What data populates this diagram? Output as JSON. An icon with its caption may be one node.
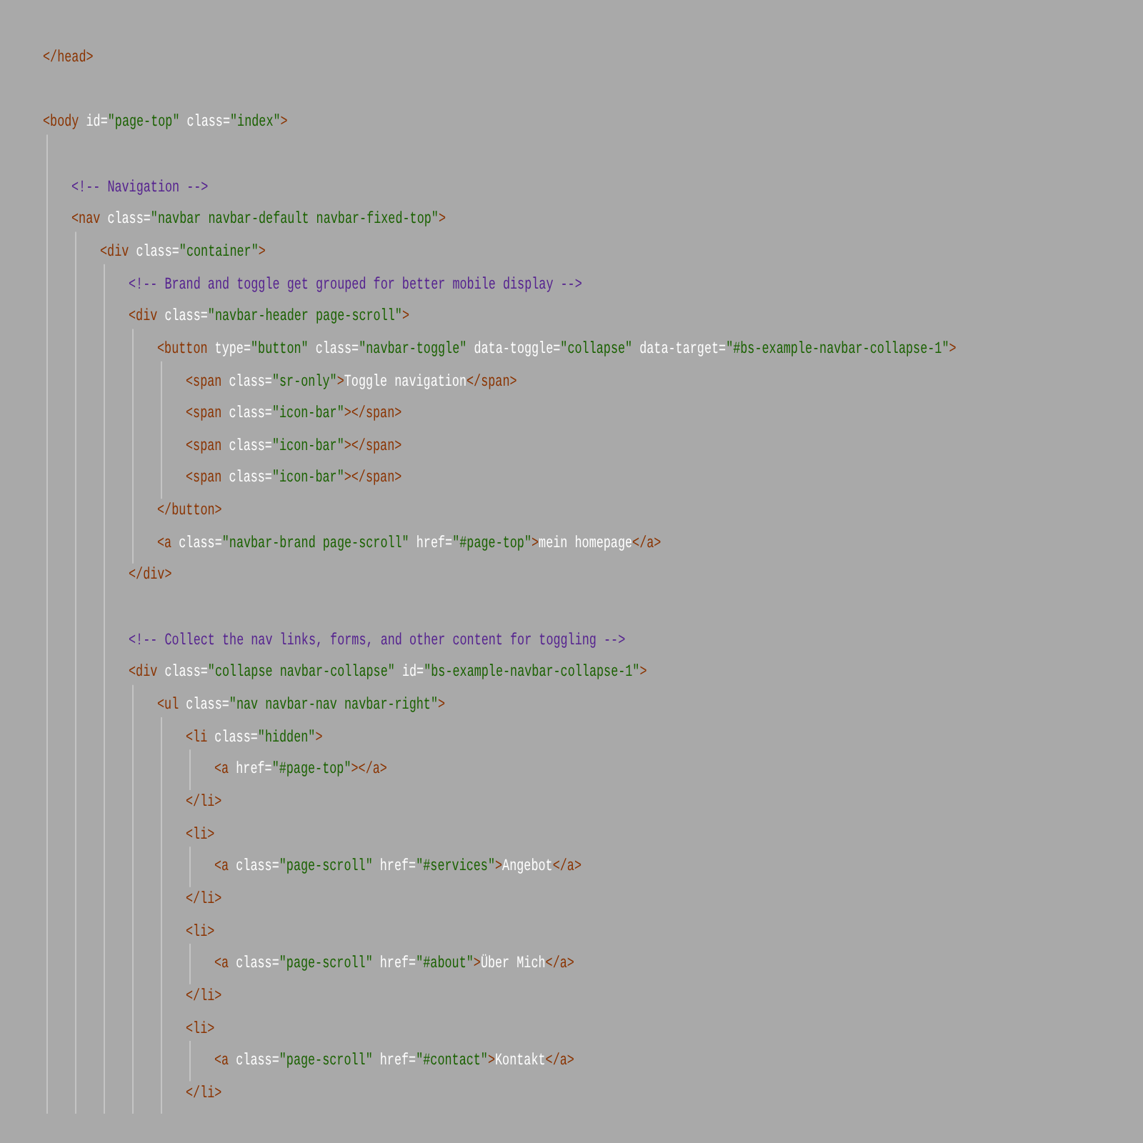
{
  "diagram": {
    "labels": [
      "</head>",
      "<body id=\"page-top\" class=\"index\">",
      "<!-- Navigation -->",
      "<nav class=\"navbar navbar-default navbar-fixed-top\">",
      "<div class=\"container\">",
      "<!-- Brand and toggle get grouped for better mobile display -->",
      "<div class=\"navbar-header page-scroll\">",
      "<button type=\"button\" class=\"navbar-toggle\" data-toggle=\"collapse\" data-target=\"#bs-example-navbar-collapse-1\">",
      "<span class=\"sr-only\">Toggle navigation</span>",
      "<span class=\"icon-bar\"></span>",
      "<span class=\"icon-bar\"></span>",
      "<span class=\"icon-bar\"></span>",
      "</button>",
      "<a class=\"navbar-brand page-scroll\" href=\"#page-top\">mein homepage</a>",
      "</div>",
      "<!-- Collect the nav links, forms, and other content for toggling -->",
      "<div class=\"collapse navbar-collapse\" id=\"bs-example-navbar-collapse-1\">",
      "<ul class=\"nav navbar-nav navbar-right\">",
      "<li class=\"hidden\">",
      "<a href=\"#page-top\"></a>",
      "</li>",
      "<li>",
      "<a class=\"page-scroll\" href=\"#services\">Angebot</a>",
      "</li>",
      "<li>",
      "<a class=\"page-scroll\" href=\"#about\">Über Mich</a>",
      "</li>",
      "<li>",
      "<a class=\"page-scroll\" href=\"#contact\">Kontakt</a>",
      "</li>"
    ]
  }
}
